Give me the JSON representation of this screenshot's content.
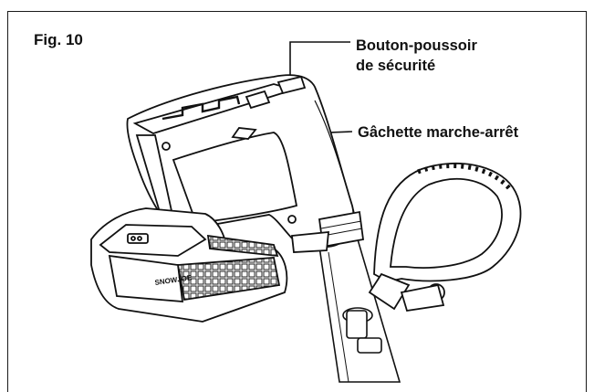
{
  "figure": {
    "label": "Fig. 10"
  },
  "callouts": {
    "safety_button": {
      "line1": "Bouton-poussoir",
      "line2": "de sécurité"
    },
    "trigger": {
      "label": "Gâchette marche-arrêt"
    }
  },
  "battery": {
    "brand": "SNOWJOE"
  }
}
